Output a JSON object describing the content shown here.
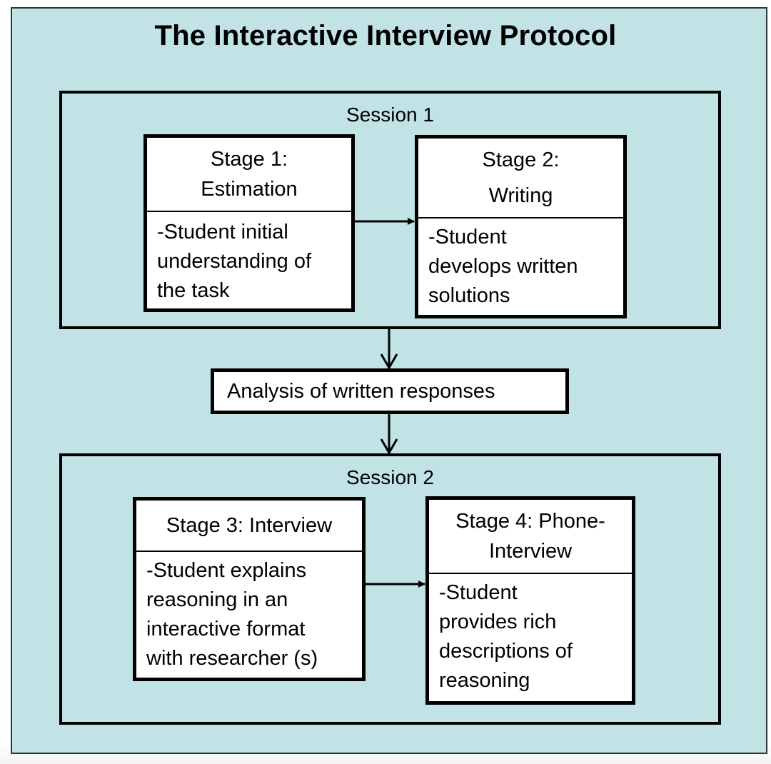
{
  "title": "The Interactive Interview Protocol",
  "colors": {
    "background": "#c1e3e6",
    "box_fill": "#ffffff",
    "stroke": "#000000"
  },
  "sessions": [
    {
      "label": "Session 1",
      "stages": [
        {
          "title_lines": [
            "Stage 1:",
            "Estimation"
          ],
          "body_lines": [
            "-Student initial",
            "understanding of",
            "the task"
          ]
        },
        {
          "title_lines": [
            "Stage 2:",
            "Writing"
          ],
          "body_lines": [
            "-Student",
            "develops written",
            "solutions"
          ]
        }
      ]
    },
    {
      "label": "Session 2",
      "stages": [
        {
          "title_lines": [
            "Stage 3: Interview"
          ],
          "body_lines": [
            "-Student explains",
            "reasoning in an",
            "interactive format",
            "with researcher (s)"
          ]
        },
        {
          "title_lines": [
            "Stage 4: Phone-",
            "Interview"
          ],
          "body_lines": [
            "-Student",
            "provides rich",
            "descriptions of",
            "reasoning"
          ]
        }
      ]
    }
  ],
  "analysis_step": "Analysis of written responses",
  "flow": [
    {
      "from": "Stage 1: Estimation",
      "to": "Stage 2: Writing"
    },
    {
      "from": "Session 1",
      "to": "Analysis of written responses"
    },
    {
      "from": "Analysis of written responses",
      "to": "Session 2"
    },
    {
      "from": "Stage 3: Interview",
      "to": "Stage 4: Phone-Interview"
    }
  ]
}
